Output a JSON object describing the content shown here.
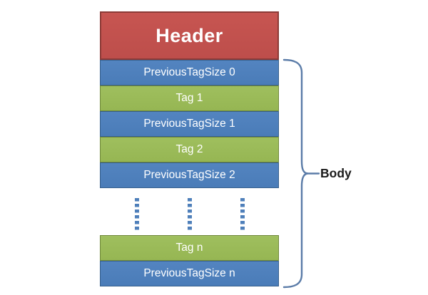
{
  "diagram": {
    "title": "FLV file structure diagram",
    "header": {
      "label": "Header"
    },
    "stack": [
      {
        "label": "PreviousTagSize 0",
        "type": "size"
      },
      {
        "label": "Tag 1",
        "type": "tag"
      },
      {
        "label": "PreviousTagSize 1",
        "type": "size"
      },
      {
        "label": "Tag 2",
        "type": "tag"
      },
      {
        "label": "PreviousTagSize 2",
        "type": "size"
      },
      {
        "label": "Tag n",
        "type": "tag"
      },
      {
        "label": "PreviousTagSize n",
        "type": "size"
      }
    ],
    "ellipsis": {
      "columns": 3,
      "meaning": "repeated tag / size pairs omitted"
    },
    "body": {
      "label": "Body"
    },
    "colors": {
      "header_fill": "#c0504d",
      "header_border": "#8c3b37",
      "size_fill": "#4f81bd",
      "size_border": "#37608c",
      "tag_fill": "#9bbb59",
      "tag_border": "#70893c",
      "ellipsis_dash": "#4e7fba",
      "brace_stroke": "#5b7ca8",
      "label_text": "#ffffff",
      "body_text": "#1b1b1b"
    }
  }
}
